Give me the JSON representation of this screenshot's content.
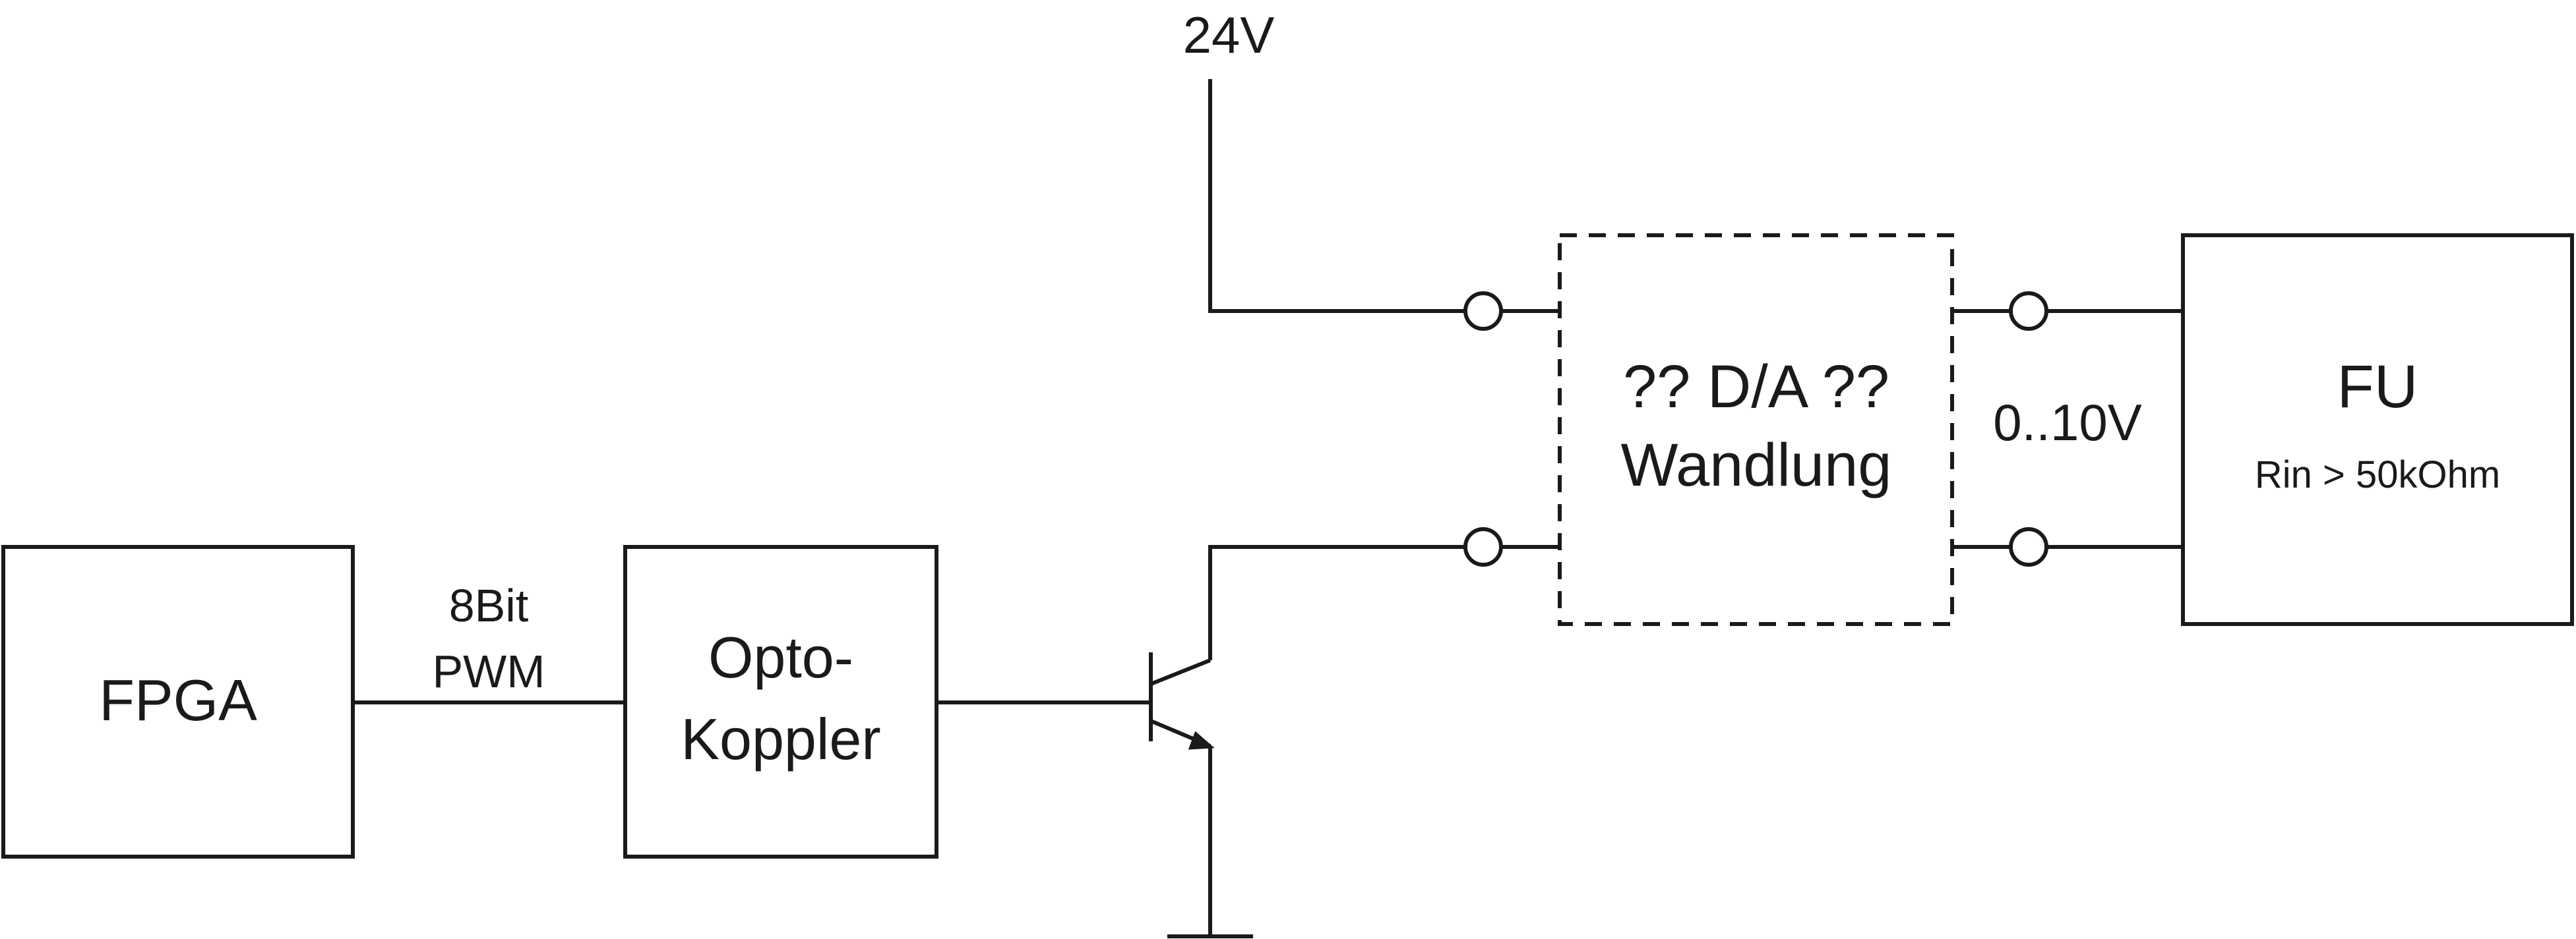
{
  "supply": {
    "label": "24V"
  },
  "blocks": {
    "fpga": {
      "label": "FPGA"
    },
    "signal": {
      "line1": "8Bit",
      "line2": "PWM"
    },
    "optocoupler": {
      "line1": "Opto-",
      "line2": "Koppler"
    },
    "da_converter": {
      "line1": "?? D/A ??",
      "line2": "Wandlung"
    },
    "output_range": {
      "label": "0..10V"
    },
    "fu": {
      "label": "FU",
      "sublabel": "Rin > 50kOhm"
    }
  }
}
